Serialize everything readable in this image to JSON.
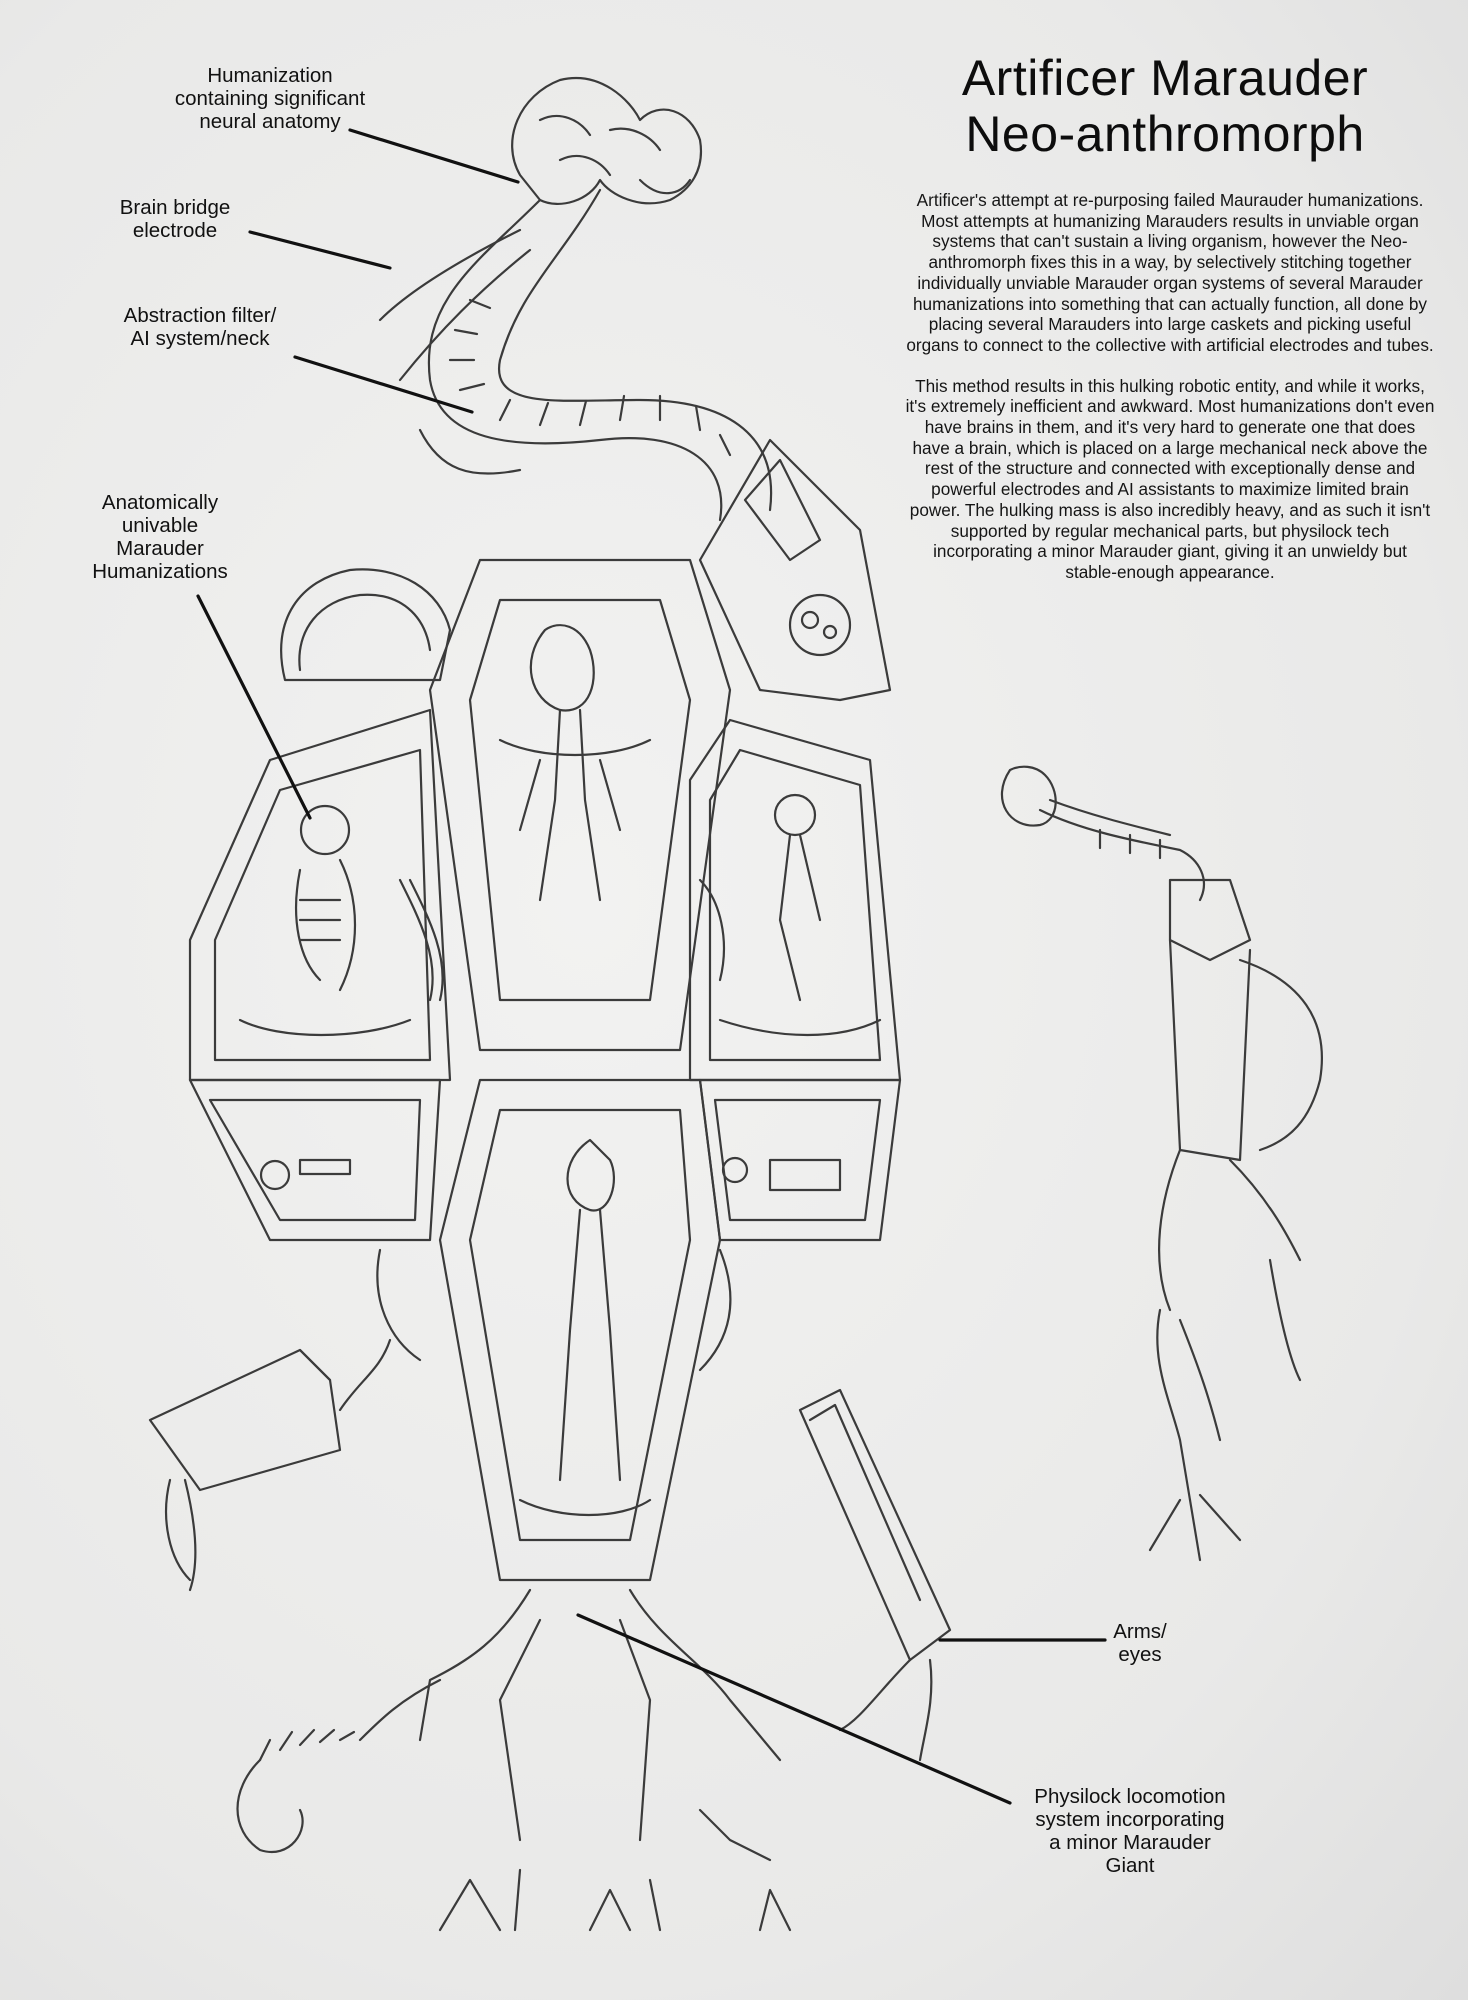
{
  "title_lines": [
    "Artificer Marauder",
    "Neo-anthromorph"
  ],
  "description": {
    "para1": "Artificer's attempt at re-purposing failed Maurauder humanizations. Most attempts at humanizing Marauders results in unviable organ systems that can't sustain a living organism, however the Neo-anthromorph fixes this in a way, by selectively stitching together individually unviable Marauder organ systems of several Marauder humanizations into something that can actually function, all done by placing several Marauders into large caskets and picking useful organs to connect to the collective with artificial electrodes and tubes.",
    "para2": "This method results in this hulking robotic entity, and while it works, it's extremely inefficient and awkward. Most humanizations don't even have brains in them, and it's very hard to generate one that does have a brain, which is placed on a large mechanical neck above the rest of the structure and connected with exceptionally dense and powerful electrodes and AI assistants to maximize limited brain power. The hulking mass is also incredibly heavy, and as such it isn't supported by regular mechanical parts, but physilock tech incorporating a minor Marauder giant, giving it an unwieldy but stable-enough appearance."
  },
  "labels": {
    "humanization": [
      "Humanization",
      "containing significant",
      "neural anatomy"
    ],
    "brain_bridge": [
      "Brain bridge",
      "electrode"
    ],
    "abstraction": [
      "Abstraction filter/",
      "AI system/neck"
    ],
    "anatomical": [
      "Anatomically",
      "univable",
      "Marauder",
      "Humanizations"
    ],
    "arms": [
      "Arms/",
      "eyes"
    ],
    "physilock": [
      "Physilock locomotion",
      "system incorporating",
      "a minor Marauder",
      "Giant"
    ]
  },
  "colors": {
    "paper": "#ececeb",
    "ink": "#111111",
    "pencil": "#3a3a3a"
  }
}
